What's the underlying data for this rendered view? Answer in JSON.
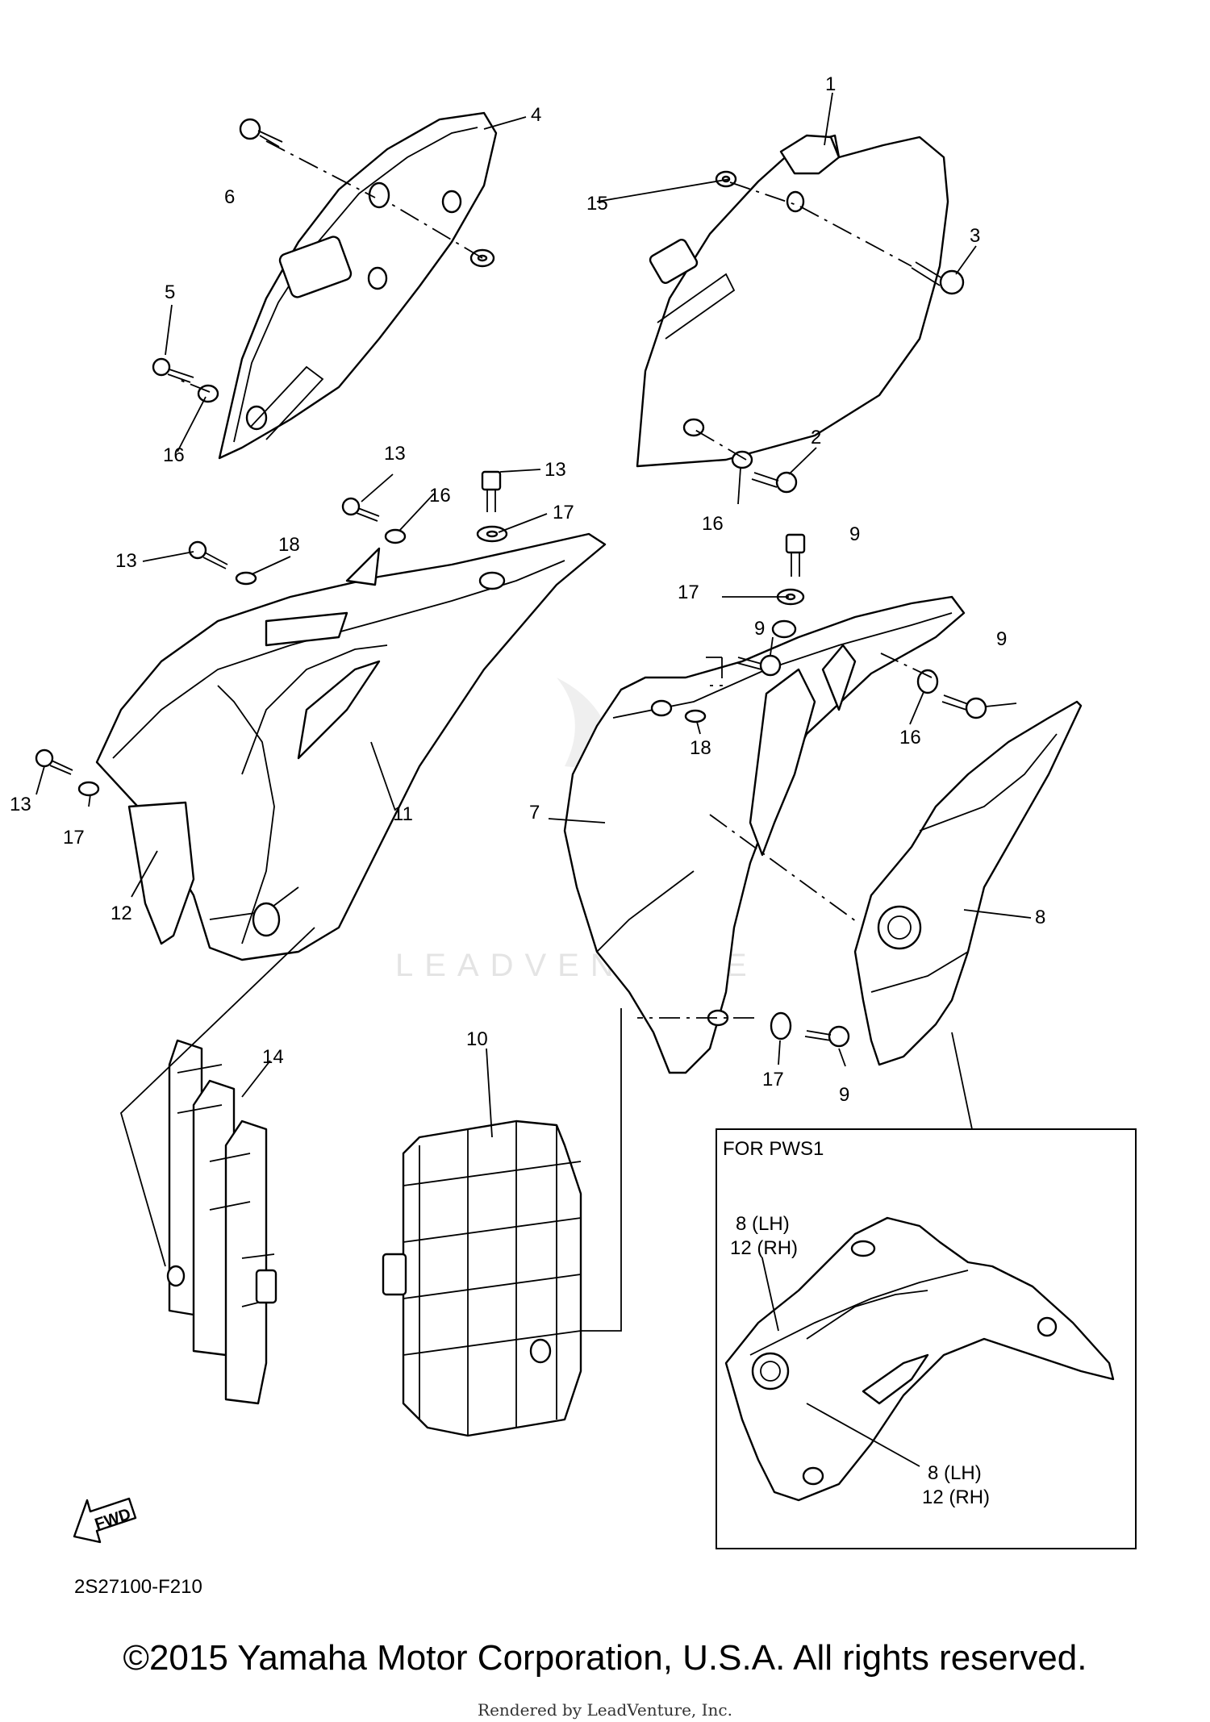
{
  "watermark": "LEADVENTURE",
  "diagram_code": "2S27100-F210",
  "fwd_label": "FWD",
  "inset": {
    "title": "FOR PWS1",
    "label_top": [
      "8  (LH)",
      "12 (RH)"
    ],
    "label_bottom": [
      "8  (LH)",
      "12 (RH)"
    ]
  },
  "callouts": [
    "1",
    "2",
    "3",
    "4",
    "5",
    "6",
    "7",
    "8",
    "9",
    "9",
    "9",
    "9",
    "10",
    "11",
    "12",
    "13",
    "13",
    "13",
    "13",
    "14",
    "15",
    "16",
    "16",
    "16",
    "16",
    "17",
    "17",
    "17",
    "17",
    "18",
    "18"
  ],
  "footer": {
    "copyright": "©2015 Yamaha Motor Corporation, U.S.A. All rights reserved.",
    "rendered_by": "Rendered by LeadVenture, Inc."
  }
}
